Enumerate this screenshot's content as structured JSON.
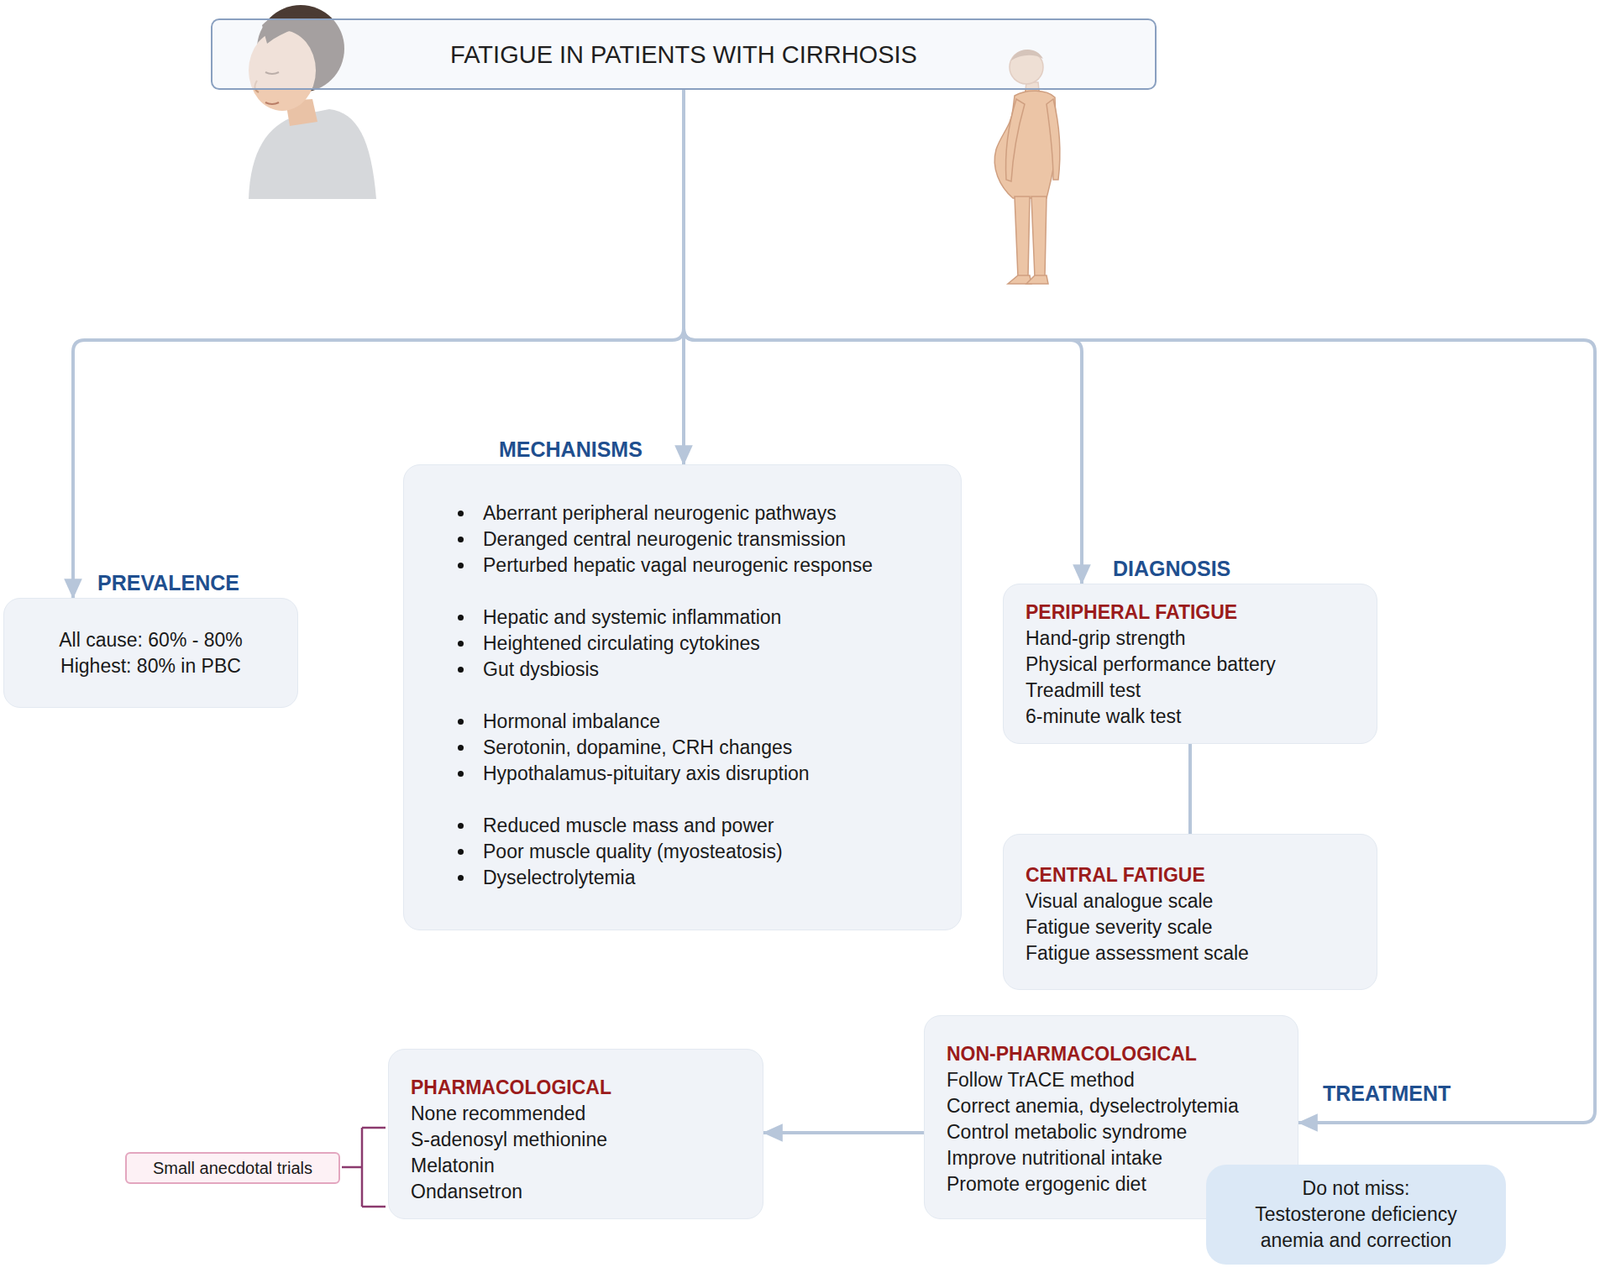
{
  "diagram": {
    "nodes": [
      {
        "text": [
          "FATIGUE IN PATIENTS WITH CIRRHOSIS"
        ]
      },
      {
        "text": [
          "PREVALENCE",
          "All cause: 60% - 80%",
          "Highest: 80% in PBC"
        ]
      },
      {
        "text": [
          "MECHANISMS",
          "Aberrant peripheral neurogenic pathways",
          "Deranged central neurogenic transmission",
          "Perturbed hepatic vagal neurogenic response",
          "Hepatic and systemic inflammation",
          "Heightened circulating cytokines",
          "Gut dysbiosis",
          "Hormonal imbalance",
          "Serotonin, dopamine, CRH changes",
          "Hypothalamus-pituitary axis disruption",
          "Reduced muscle mass and power",
          "Poor muscle quality (myosteatosis)",
          "Dyselectrolytemia"
        ]
      },
      {
        "text": [
          "DIAGNOSIS",
          "PERIPHERAL FATIGUE",
          "Hand-grip strength",
          "Physical performance battery",
          "Treadmill test",
          "6-minute walk test"
        ]
      },
      {
        "text": [
          "CENTRAL FATIGUE",
          "Visual analogue scale",
          "Fatigue severity scale",
          "Fatigue assessment scale"
        ]
      },
      {
        "text": [
          "NON-PHARMACOLOGICAL",
          "Follow TrACE method",
          "Correct anemia, dyselectrolytemia",
          "Control metabolic syndrome",
          "Improve nutritional intake",
          "Promote ergogenic diet"
        ]
      },
      {
        "text": [
          "Do not miss:",
          "Testosterone deficiency anemia and correction"
        ]
      },
      {
        "text": [
          "PHARMACOLOGICAL",
          "None recommended",
          "S-adenosyl methionine",
          "Melatonin",
          "Ondansetron"
        ]
      },
      {
        "text": [
          "Small anecdotal trials"
        ]
      }
    ],
    "edges": [
      {
        "from": 0,
        "to": 1,
        "arrow": "to"
      },
      {
        "from": 0,
        "to": 2,
        "arrow": "to"
      },
      {
        "from": 0,
        "to": 3,
        "arrow": "to"
      },
      {
        "from": 0,
        "to": 5,
        "arrow": "to",
        "label": "TREATMENT"
      },
      {
        "from": 3,
        "to": 4,
        "arrow": "none"
      },
      {
        "from": 5,
        "to": 7,
        "arrow": "to"
      }
    ]
  }
}
